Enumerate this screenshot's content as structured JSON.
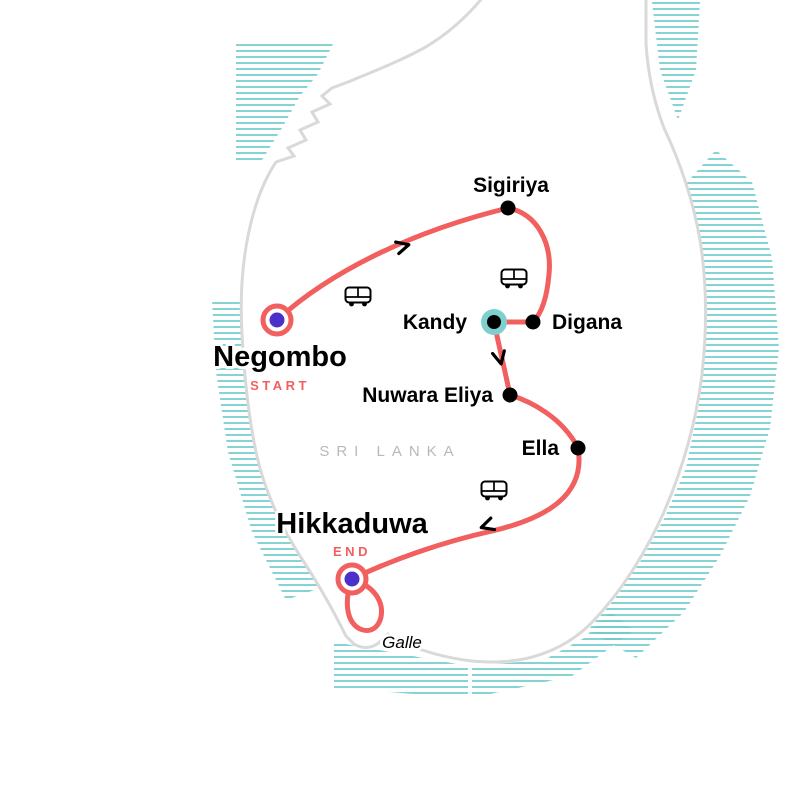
{
  "map": {
    "region_label": "SRI LANKA",
    "route": {
      "start": {
        "city": "Negombo",
        "tag": "START"
      },
      "end": {
        "city": "Hikkaduwa",
        "tag": "END"
      },
      "stops": [
        "Negombo",
        "Sigiriya",
        "Digana",
        "Kandy",
        "Nuwara Eliya",
        "Ella",
        "Hikkaduwa",
        "Galle"
      ],
      "transport_icon": "bus-icon"
    },
    "labels": {
      "sigiriya": "Sigiriya",
      "kandy": "Kandy",
      "digana": "Digana",
      "negombo": "Negombo",
      "start_tag": "START",
      "nuwara_eliya": "Nuwara Eliya",
      "ella": "Ella",
      "hikkaduwa": "Hikkaduwa",
      "end_tag": "END",
      "galle": "Galle",
      "region": "SRI LANKA"
    },
    "colors": {
      "route_red": "#f15f5f",
      "marker_purple": "#4b31c9",
      "kandy_halo_teal": "#7ed0cf",
      "coast_hatch_teal": "#66c8c8",
      "island_outline_gray": "#d9d9d9",
      "region_text_gray": "#b9b9b9",
      "label_black": "#000000"
    }
  }
}
